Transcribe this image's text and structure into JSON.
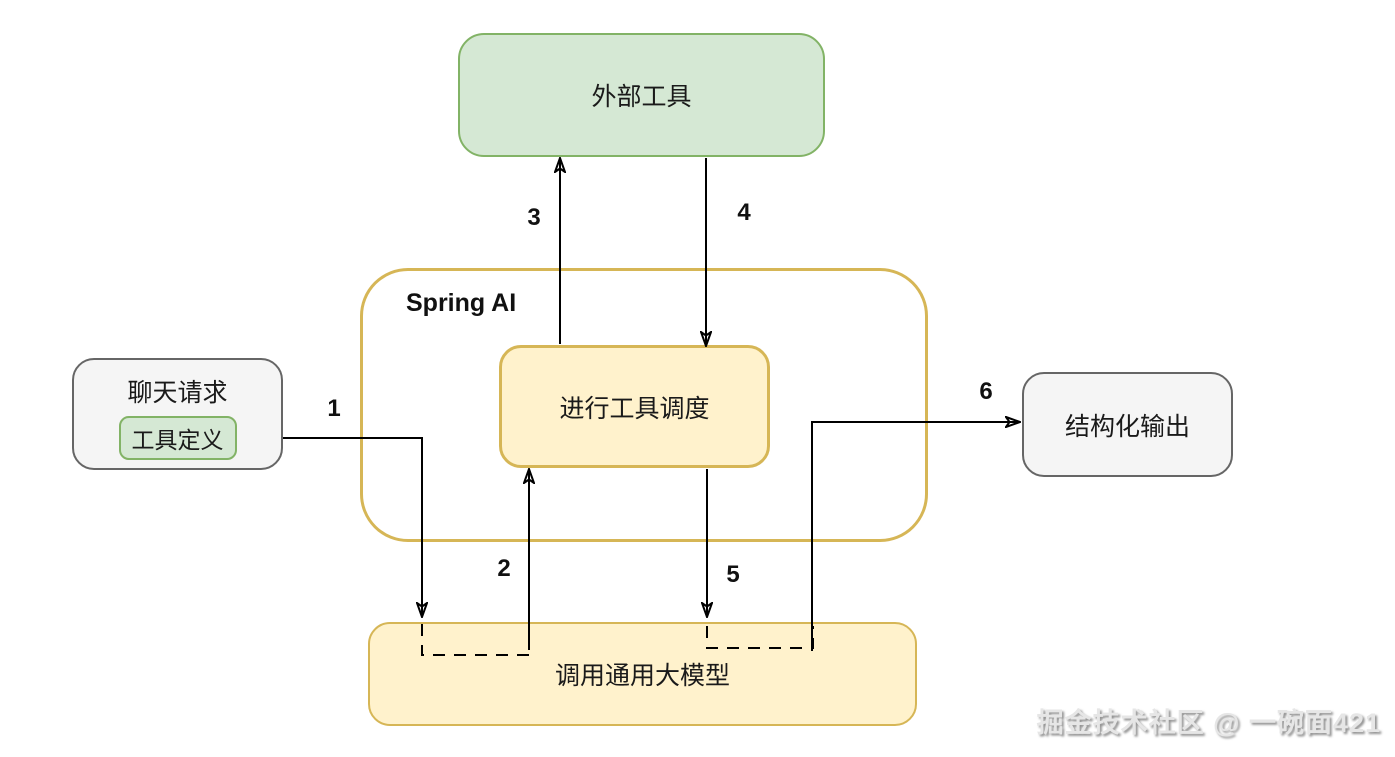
{
  "container": {
    "label": "Spring AI"
  },
  "nodes": {
    "external_tools": "外部工具",
    "chat_request": "聊天请求",
    "tool_definition": "工具定义",
    "tool_dispatch": "进行工具调度",
    "structured_output": "结构化输出",
    "llm_call": "调用通用大模型"
  },
  "arrow_labels": [
    "1",
    "2",
    "3",
    "4",
    "5",
    "6"
  ],
  "watermark": "掘金技术社区 @ 一碗面421",
  "colors": {
    "green-fill": "#d5e8d4",
    "green-border": "#82b366",
    "yellow-fill": "#fff2cc",
    "yellow-border": "#d6b656",
    "gray-fill": "#f5f5f5",
    "gray-border": "#666666",
    "line": "#000000",
    "text": "#1a1a1a",
    "watermark": "#e6e6e6"
  }
}
